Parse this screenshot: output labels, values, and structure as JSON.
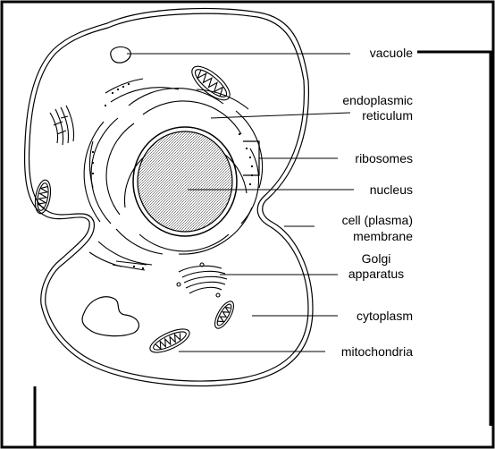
{
  "labels": {
    "vacuole": "vacuole",
    "er_line1": "endoplasmic",
    "er_line2": "reticulum",
    "ribosomes": "ribosomes",
    "nucleus": "nucleus",
    "membrane_line1": "cell (plasma)",
    "membrane_line2": "membrane",
    "golgi_line1": "Golgi",
    "golgi_line2": "apparatus",
    "cytoplasm": "cytoplasm",
    "mitochondria": "mitochondria"
  },
  "colors": {
    "stroke": "#000000",
    "nucleus_fill": "#c8c8c8",
    "background": "#ffffff"
  }
}
